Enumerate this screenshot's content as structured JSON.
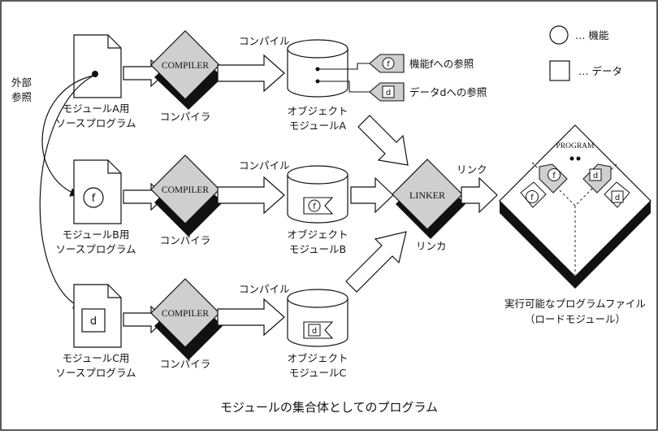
{
  "legend": {
    "function_label": "… 機能",
    "data_label": "… データ"
  },
  "external_ref": {
    "line1": "外部",
    "line2": "参照"
  },
  "sources": [
    {
      "line1": "モジュールA用",
      "line2": "ソースプログラム"
    },
    {
      "line1": "モジュールB用",
      "line2": "ソースプログラム"
    },
    {
      "line1": "モジュールC用",
      "line2": "ソースプログラム"
    }
  ],
  "compiler": {
    "box_text": "COMPILER",
    "caption": "コンパイラ",
    "action": "コンパイル"
  },
  "objects": [
    {
      "line1": "オブジェクト",
      "line2": "モジュールA"
    },
    {
      "line1": "オブジェクト",
      "line2": "モジュールB"
    },
    {
      "line1": "オブジェクト",
      "line2": "モジュールC"
    }
  ],
  "refs": {
    "function_ref": "機能fへの参照",
    "data_ref": "データdへの参照"
  },
  "linker": {
    "box_text": "LINKER",
    "caption": "リンカ",
    "action": "リンク"
  },
  "program": {
    "box_text": "PROGRAM",
    "line1": "実行可能なプログラムファイル",
    "line2": "（ロードモジュール）"
  },
  "symbols": {
    "f": "f",
    "d": "d"
  },
  "caption": "モジュールの集合体としてのプログラム"
}
